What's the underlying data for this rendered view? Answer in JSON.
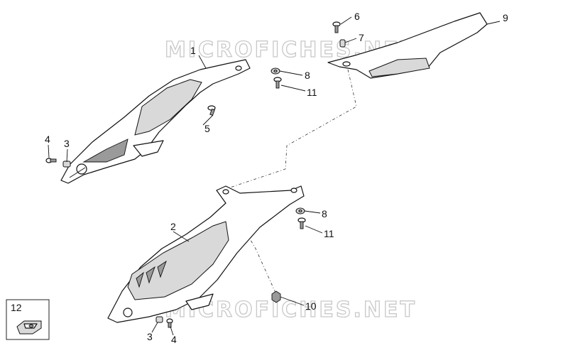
{
  "watermark": {
    "text": "MICROFICHES.NET"
  },
  "callouts": {
    "c1": "1",
    "c2": "2",
    "c3a": "3",
    "c3b": "3",
    "c4a": "4",
    "c4b": "4",
    "c5": "5",
    "c6": "6",
    "c7": "7",
    "c8a": "8",
    "c8b": "8",
    "c9": "9",
    "c10": "10",
    "c11a": "11",
    "c11b": "11",
    "c12": "12"
  }
}
